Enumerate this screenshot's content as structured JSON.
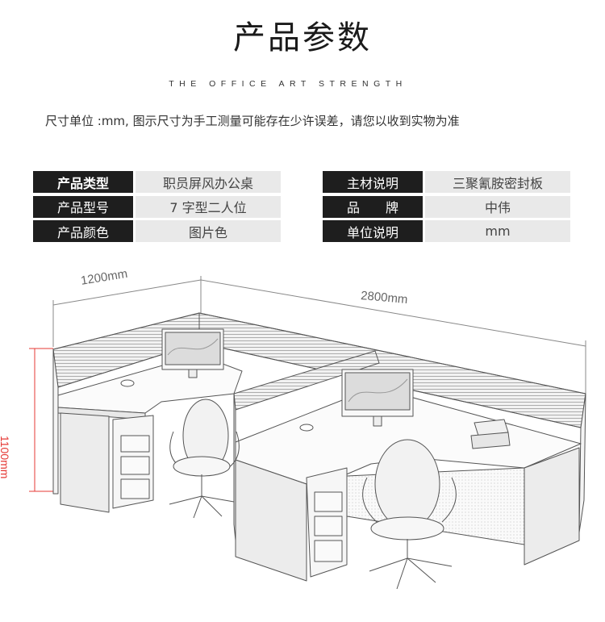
{
  "header": {
    "title": "产品参数",
    "subtitle": "THE OFFICE ART STRENGTH",
    "note": "尺寸单位 :mm, 图示尺寸为手工测量可能存在少许误差，请您以收到实物为准"
  },
  "specs_left": [
    {
      "label": "产品类型",
      "value": "职员屏风办公桌"
    },
    {
      "label": "产品型号",
      "value": "7 字型二人位"
    },
    {
      "label": "产品颜色",
      "value": "图片色"
    }
  ],
  "specs_right": [
    {
      "label": "主材说明",
      "value": "三聚氰胺密封板"
    },
    {
      "label": "品　　牌",
      "value": "中伟"
    },
    {
      "label": "单位说明",
      "value": "mm"
    }
  ],
  "dimensions": {
    "width_left": "1200mm",
    "width_total": "2800mm",
    "height": "1100mm"
  },
  "colors": {
    "label_bg": "#1e1e1e",
    "value_bg": "#e9e9e9",
    "dimension_line": "#e53935"
  }
}
